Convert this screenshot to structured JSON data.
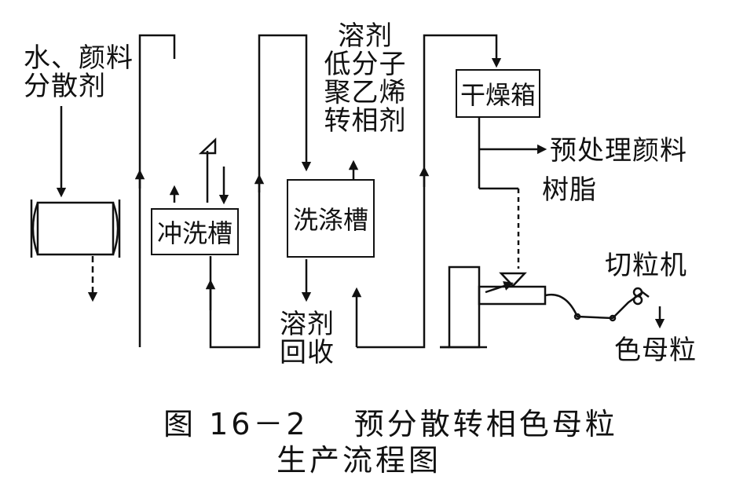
{
  "labels": {
    "water_pigment_dispersant": "水、颜料\n分散剂",
    "solvent_lowmw_pe_transfer": "溶剂\n低分子\n聚乙烯\n转相剂",
    "pretreated_pigment": "预处理颜料",
    "resin": "树脂",
    "pelletizer": "切粒机",
    "masterbatch": "色母粒",
    "solvent_recovery": "溶剂\n回收"
  },
  "boxes": {
    "rinse_tank": "冲洗槽",
    "wash_tank": "洗涤槽",
    "dryer": "干燥箱"
  },
  "caption": {
    "line1": "图 16－2　 预分散转相色母粒",
    "line2": "生产流程图"
  }
}
